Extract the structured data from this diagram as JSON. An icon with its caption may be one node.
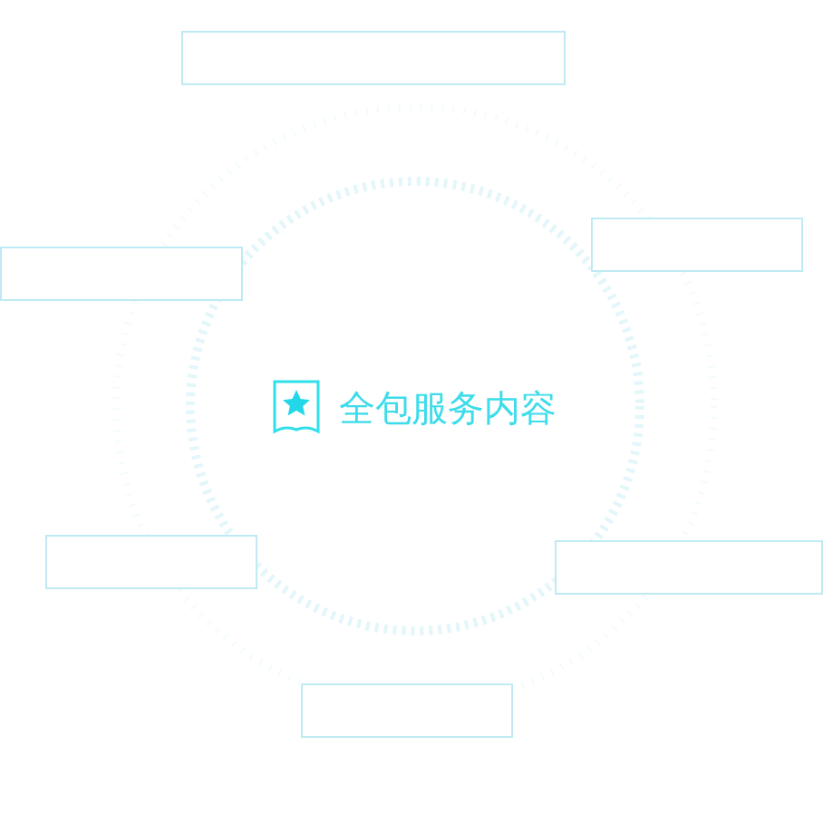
{
  "diagram": {
    "title": "全包服务内容",
    "nodes": [
      {
        "text": [],
        "shape": "box"
      },
      {
        "text": [],
        "shape": "box"
      },
      {
        "text": [],
        "shape": "box"
      },
      {
        "text": [],
        "shape": "box"
      },
      {
        "text": [],
        "shape": "box"
      },
      {
        "text": [],
        "shape": "box"
      }
    ]
  }
}
